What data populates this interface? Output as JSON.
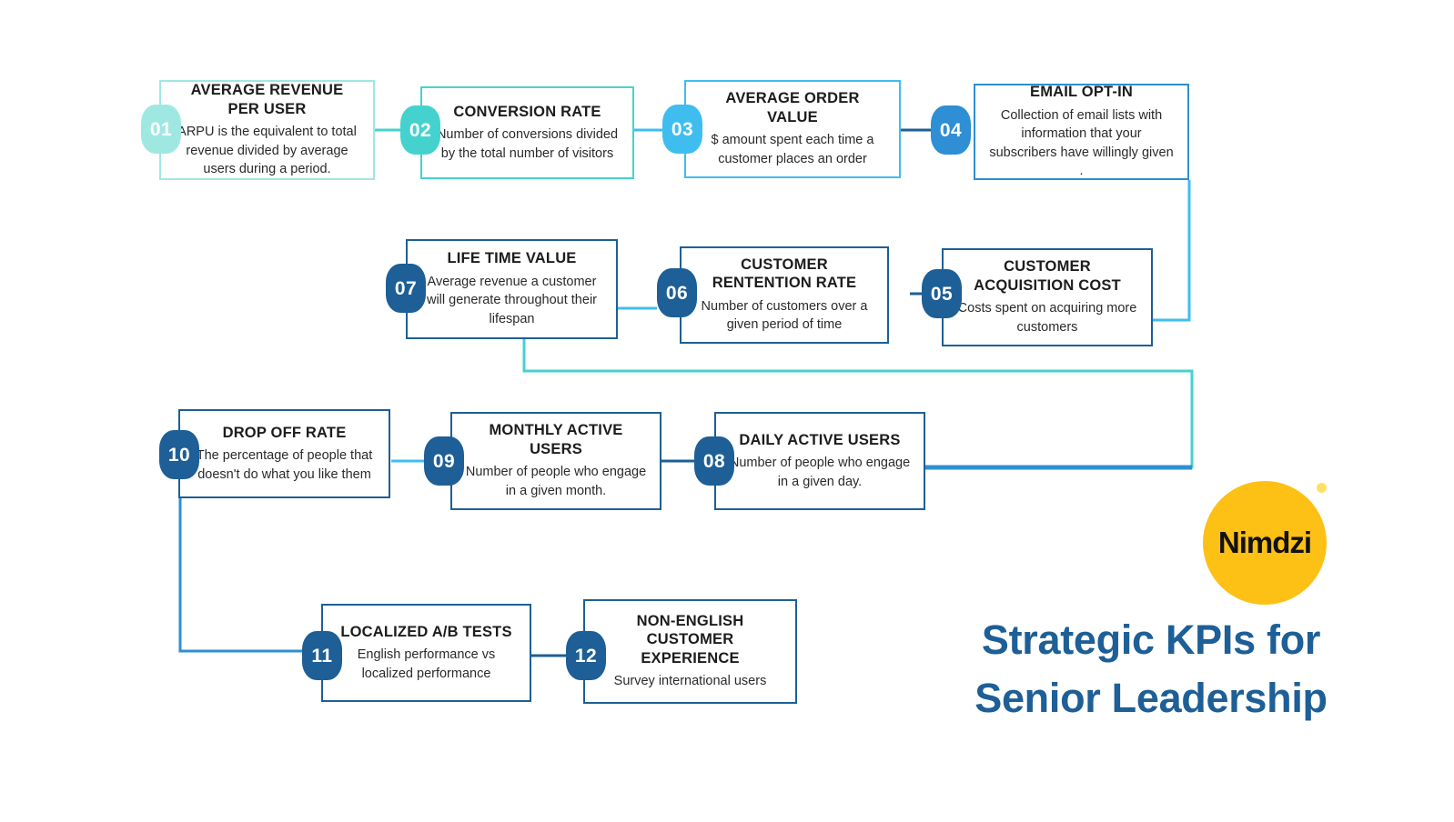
{
  "palette": {
    "aqua_light": "#9fe8e2",
    "aqua": "#45d2cf",
    "sky": "#3fbdef",
    "blue": "#2e8fd4",
    "navy": "#1d5f96",
    "navy_dark": "#17548a",
    "brand_yellow": "#fdc015",
    "title_blue": "#1d5f96"
  },
  "brand": {
    "logo_text": "Nimdzi",
    "headline_line1": "Strategic KPIs for",
    "headline_line2": "Senior Leadership"
  },
  "diagram": {
    "type": "flow-diagram",
    "flow_order": [
      "01",
      "02",
      "03",
      "04",
      "05",
      "06",
      "07",
      "08",
      "09",
      "10",
      "11",
      "12"
    ],
    "nodes": [
      {
        "number": "01",
        "title": "AVERAGE REVENUE PER USER",
        "description": "ARPU is the equivalent to total revenue divided by average users during a period.",
        "accent": "#9fe8e2"
      },
      {
        "number": "02",
        "title": "CONVERSION RATE",
        "description": "Number of conversions divided by the total number of visitors",
        "accent": "#45d2cf"
      },
      {
        "number": "03",
        "title": "AVERAGE ORDER VALUE",
        "description": "$ amount spent each time a customer places an order",
        "accent": "#3fbdef"
      },
      {
        "number": "04",
        "title": "EMAIL OPT-IN",
        "description": "Collection of email lists with information that your subscribers have willingly given .",
        "accent": "#2e8fd4"
      },
      {
        "number": "05",
        "title": "CUSTOMER ACQUISITION COST",
        "description": "Costs spent on acquiring more customers",
        "accent": "#1d5f96"
      },
      {
        "number": "06",
        "title": "CUSTOMER RENTENTION RATE",
        "description": "Number of customers  over a given period of time",
        "accent": "#1d5f96"
      },
      {
        "number": "07",
        "title": "LIFE TIME VALUE",
        "description": "Average revenue  a customer will generate throughout their lifespan",
        "accent": "#1d5f96"
      },
      {
        "number": "08",
        "title": "DAILY ACTIVE USERS",
        "description": "Number of people who engage in a given day.",
        "accent": "#1d5f96"
      },
      {
        "number": "09",
        "title": "MONTHLY ACTIVE USERS",
        "description": "Number of people who engage in a given month.",
        "accent": "#1d5f96"
      },
      {
        "number": "10",
        "title": "DROP OFF RATE",
        "description": "The percentage of people that doesn't do what you like them",
        "accent": "#1d5f96"
      },
      {
        "number": "11",
        "title": "LOCALIZED A/B TESTS",
        "description": "English performance vs localized performance",
        "accent": "#1d5f96"
      },
      {
        "number": "12",
        "title": "NON-ENGLISH CUSTOMER EXPERIENCE",
        "description": "Survey international users",
        "accent": "#1d5f96"
      }
    ]
  }
}
